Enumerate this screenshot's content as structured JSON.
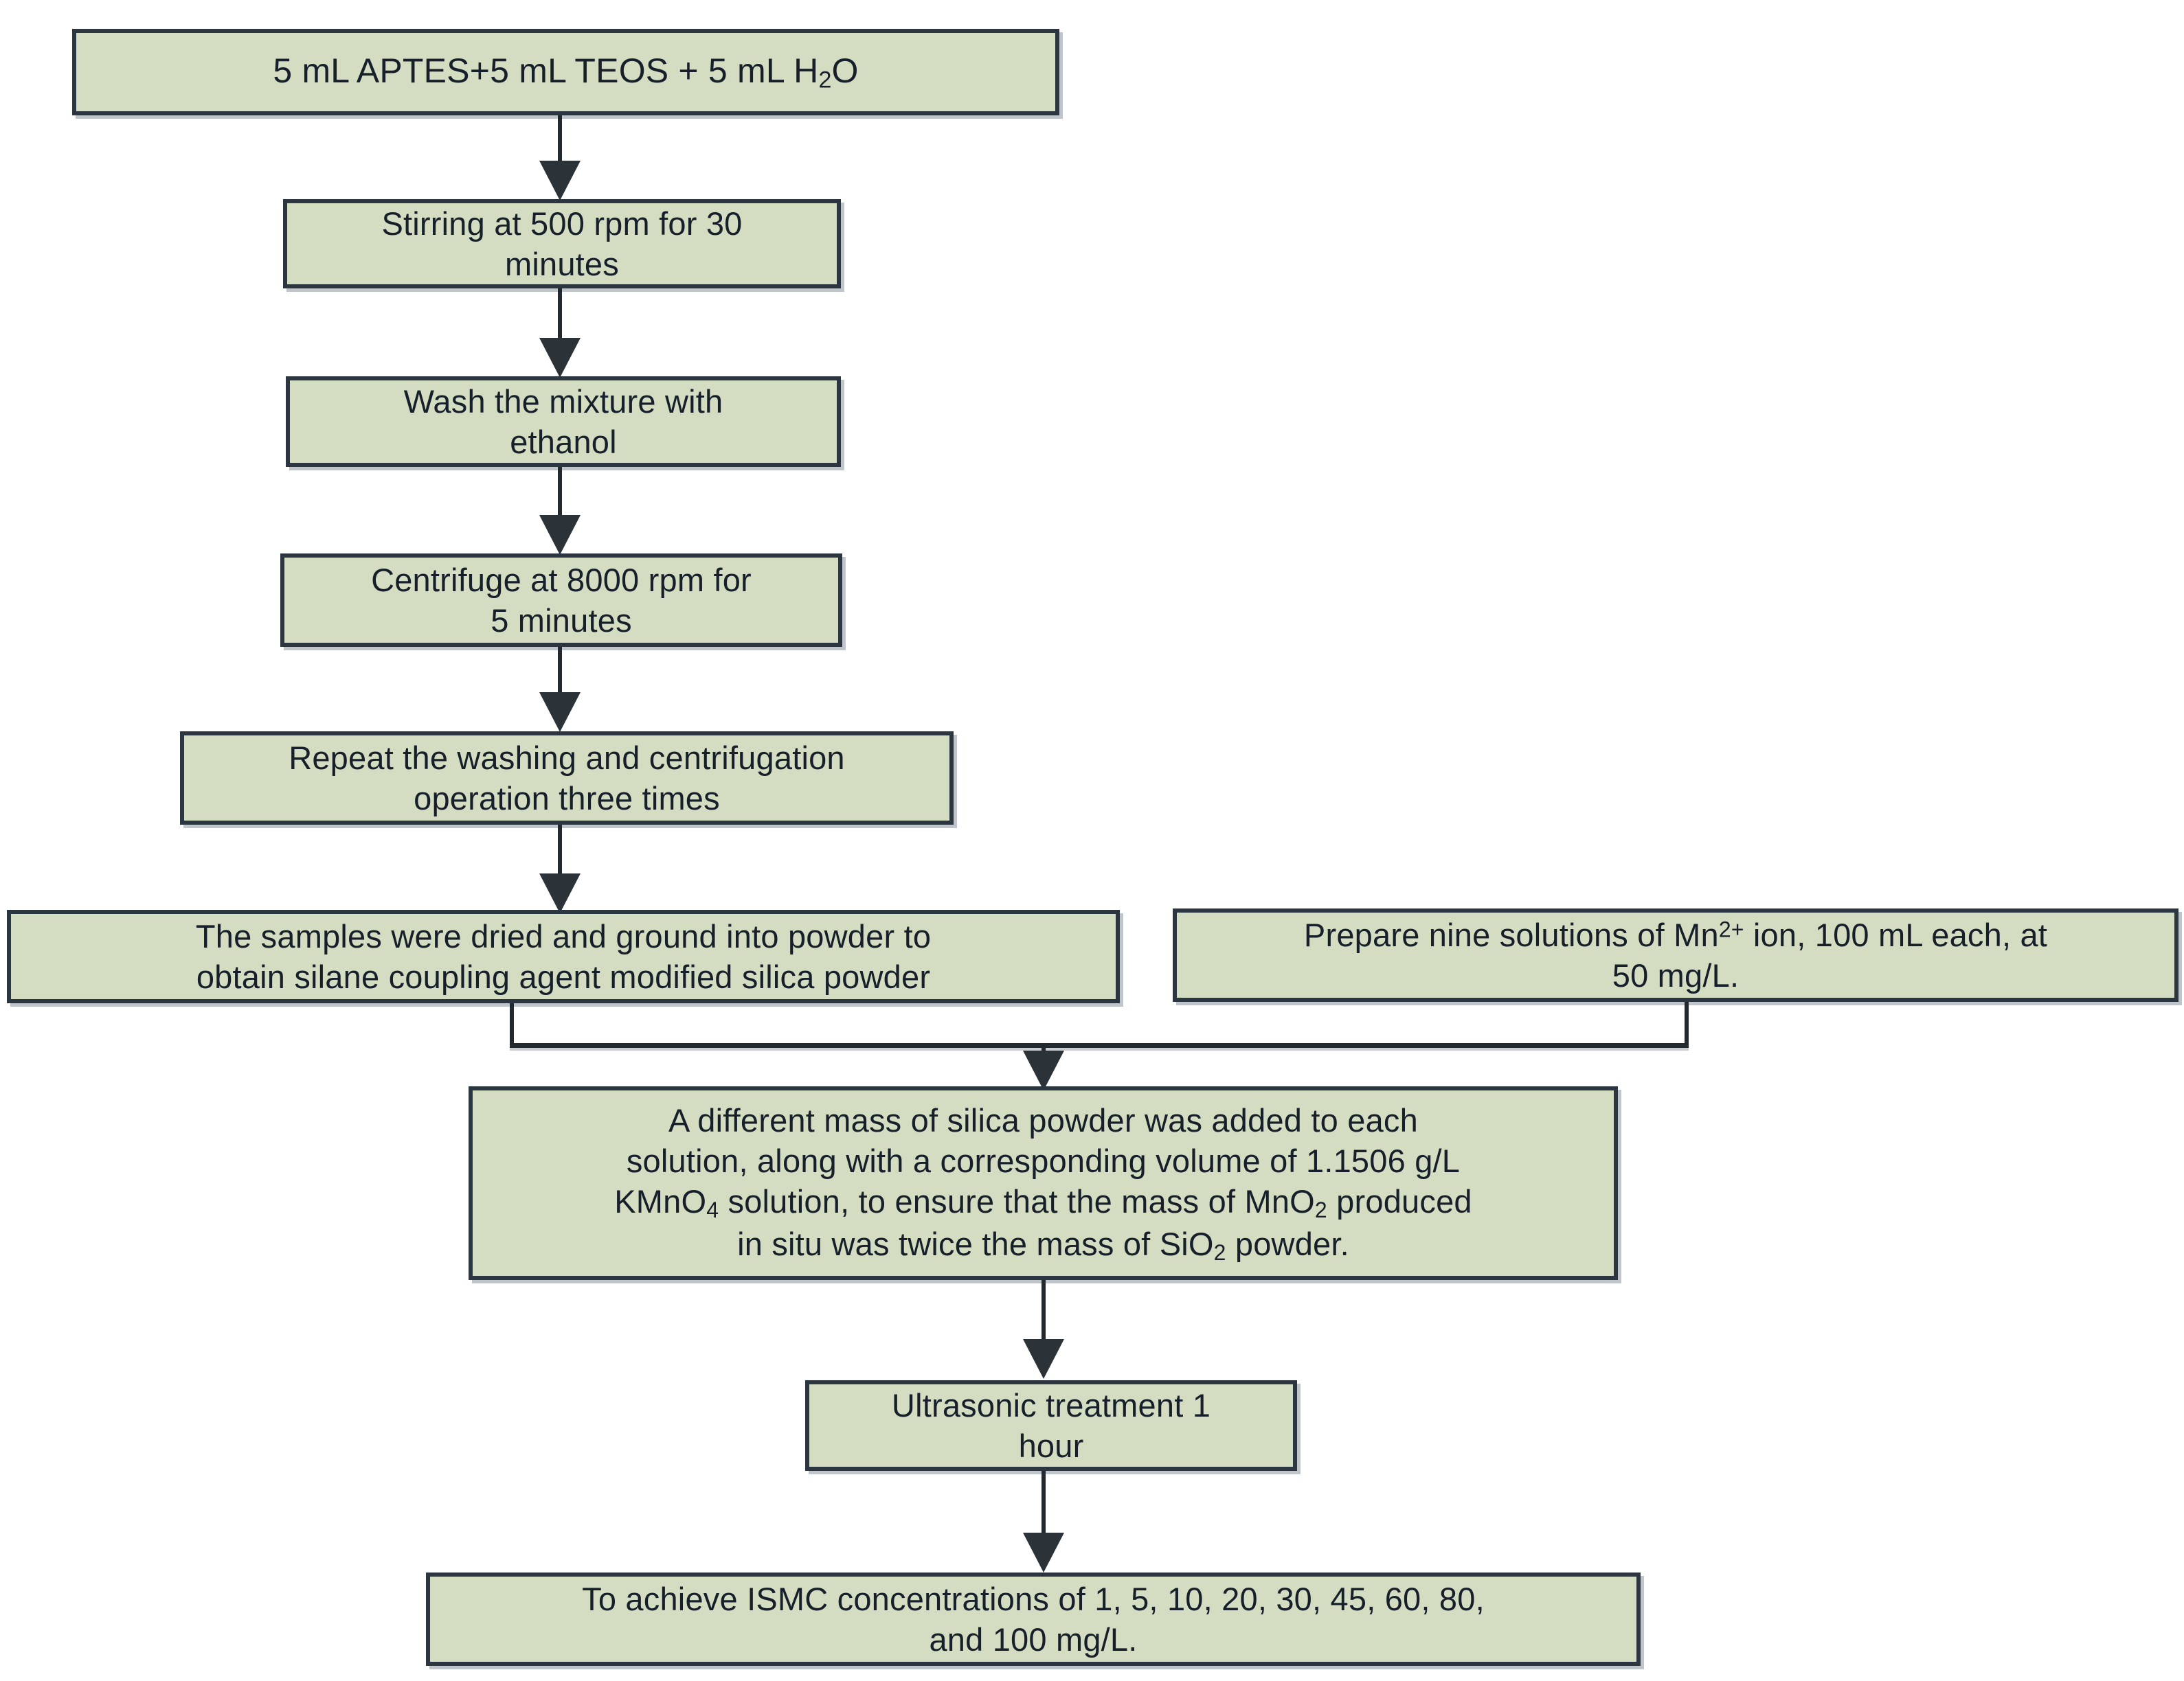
{
  "diagram": {
    "title": "Synthesis flowchart of in-situ MnO2-coated silica (ISMC)",
    "type": "flowchart",
    "colors": {
      "node_fill": "#d4ddc2",
      "node_border": "#2c3640",
      "connector": "#22292f",
      "text": "#17202a",
      "background": "#ffffff"
    }
  },
  "nodes": [
    {
      "id": "n1",
      "name": "precursor-mix",
      "text": "5 mL APTES+5 mL TEOS + 5 mL H₂O",
      "text_plain": "5 mL APTES+5 mL TEOS + 5 mL H2O"
    },
    {
      "id": "n2",
      "name": "stirring-step",
      "text": "Stirring at 500 rpm for 30\nminutes",
      "text_plain": "Stirring at 500 rpm for 30 minutes"
    },
    {
      "id": "n3",
      "name": "wash-step",
      "text": "Wash the mixture with\nethanol",
      "text_plain": "Wash the mixture with ethanol"
    },
    {
      "id": "n4",
      "name": "centrifuge-step",
      "text": "Centrifuge at 8000 rpm for\n5 minutes",
      "text_plain": "Centrifuge at 8000 rpm for 5 minutes"
    },
    {
      "id": "n5",
      "name": "repeat-step",
      "text": "Repeat the washing and centrifugation\noperation three times",
      "text_plain": "Repeat the washing and centrifugation operation three times"
    },
    {
      "id": "n6",
      "name": "dry-grind-step",
      "text": "The samples were dried and ground into powder to\nobtain silane coupling agent modified silica powder",
      "text_plain": "The samples were dried and ground into powder to obtain silane coupling agent modified silica powder"
    },
    {
      "id": "n7",
      "name": "prepare-mn-solutions-step",
      "text": "Prepare nine solutions of Mn²⁺ ion, 100 mL each, at\n50 mg/L.",
      "text_plain": "Prepare nine solutions of Mn2+ ion, 100 mL each, at 50 mg/L."
    },
    {
      "id": "n8",
      "name": "add-silica-kmno4-step",
      "text": "A different mass of silica powder was added to each\nsolution, along with a corresponding volume of 1.1506 g/L\nKMnO₄ solution, to ensure that the mass of MnO₂ produced\nin situ was twice the mass of SiO₂ powder.",
      "text_plain": "A different mass of silica powder was added to each solution, along with a corresponding volume of 1.1506 g/L KMnO4 solution, to ensure that the mass of MnO2 produced in situ was twice the mass of SiO2 powder."
    },
    {
      "id": "n9",
      "name": "ultrasonic-step",
      "text": "Ultrasonic treatment 1\nhour",
      "text_plain": "Ultrasonic treatment 1 hour"
    },
    {
      "id": "n10",
      "name": "ismc-concentrations-step",
      "text": "To achieve ISMC concentrations of 1, 5, 10, 20, 30, 45, 60, 80,\nand 100 mg/L.",
      "text_plain": "To achieve ISMC concentrations of 1, 5, 10, 20, 30, 45, 60, 80, and 100 mg/L."
    }
  ],
  "edges": [
    {
      "name": "edge-n1-n2",
      "from": "n1",
      "to": "n2"
    },
    {
      "name": "edge-n2-n3",
      "from": "n2",
      "to": "n3"
    },
    {
      "name": "edge-n3-n4",
      "from": "n3",
      "to": "n4"
    },
    {
      "name": "edge-n4-n5",
      "from": "n4",
      "to": "n5"
    },
    {
      "name": "edge-n5-n6",
      "from": "n5",
      "to": "n6"
    },
    {
      "name": "edge-n6-n8",
      "from": "n6",
      "to": "n8"
    },
    {
      "name": "edge-n7-n8",
      "from": "n7",
      "to": "n8"
    },
    {
      "name": "edge-n8-n9",
      "from": "n8",
      "to": "n9"
    },
    {
      "name": "edge-n9-n10",
      "from": "n9",
      "to": "n10"
    }
  ],
  "ismc_concentrations": [
    1,
    5,
    10,
    20,
    30,
    45,
    60,
    80,
    100
  ],
  "ismc_concentration_unit": "mg/L",
  "parameters": {
    "aptes_volume_mL": 5,
    "teos_volume_mL": 5,
    "water_volume_mL": 5,
    "stirring_speed_rpm": 500,
    "stirring_time_min": 30,
    "centrifuge_speed_rpm": 8000,
    "centrifuge_time_min": 5,
    "wash_centrifuge_repeats": 3,
    "mn_solution_count": 9,
    "mn_solution_volume_mL": 100,
    "mn_solution_concentration_mg_per_L": 50,
    "kmno4_concentration_g_per_L": 1.1506,
    "mno2_to_sio2_mass_ratio": 2,
    "ultrasonic_time_hour": 1
  }
}
